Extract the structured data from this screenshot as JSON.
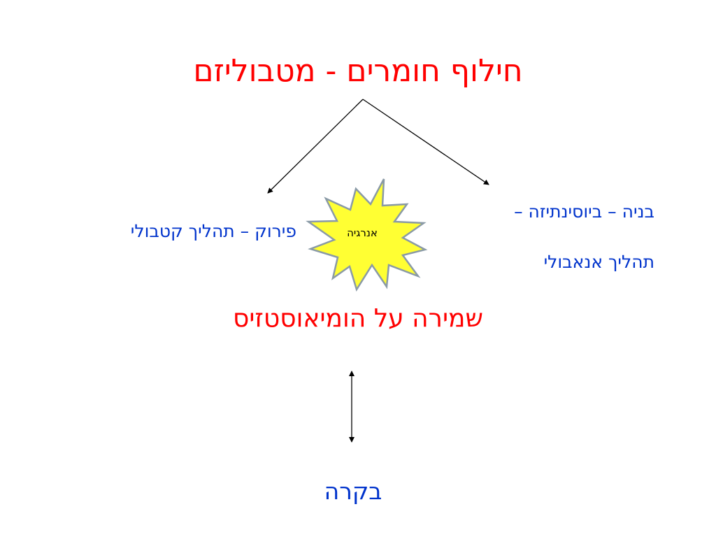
{
  "title": "חילוף חומרים - מטבוליזם",
  "branches": {
    "left": "פירוק – תהליך קטבולי",
    "right_line1": "בניה – ביוסינתיזה –",
    "right_line2": "תהליך אנאבולי"
  },
  "energy_burst": {
    "label": "אנרגיה",
    "fill_color": "#ffff33",
    "stroke_color": "#8a9aa6"
  },
  "homeostasis": "שמירה על הומיאוסטזיס",
  "control": "בקרה",
  "colors": {
    "heading": "#ff0000",
    "body_text": "#0033cc",
    "lines": "#000000"
  }
}
